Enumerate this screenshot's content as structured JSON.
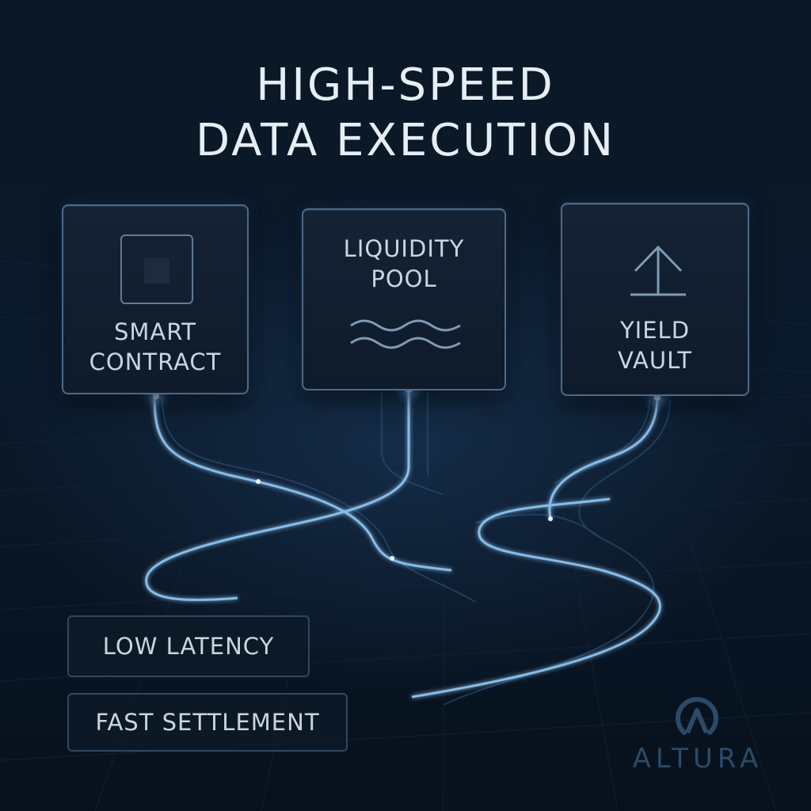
{
  "header": {
    "title_line1": "HIGH-SPEED",
    "title_line2": "DATA EXECUTION"
  },
  "nodes": [
    {
      "label_line1": "SMART",
      "label_line2": "CONTRACT",
      "icon": "chip-icon"
    },
    {
      "label_line1": "LIQUIDITY",
      "label_line2": "POOL",
      "icon": "waves-icon"
    },
    {
      "label_line1": "YIELD",
      "label_line2": "VAULT",
      "icon": "arrow-up-icon"
    }
  ],
  "features": [
    {
      "label": "LOW LATENCY"
    },
    {
      "label": "FAST SETTLEMENT"
    }
  ],
  "brand": {
    "name": "ALTURA",
    "icon": "altura-logo-icon"
  },
  "colors": {
    "background": "#07111d",
    "card_border": "#4e6a87",
    "glow": "#9fd2ff",
    "brand": "#2b4a68"
  }
}
